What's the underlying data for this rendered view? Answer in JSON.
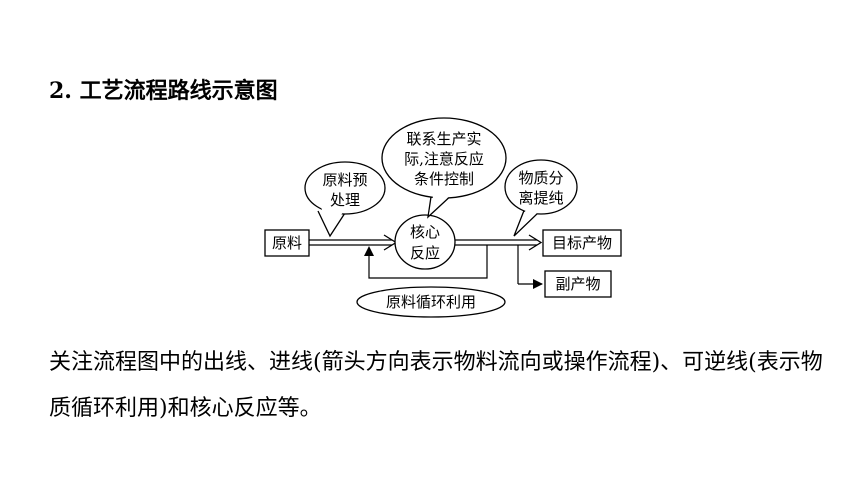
{
  "heading": "2. 工艺流程路线示意图",
  "diagram": {
    "raw_material": "原料",
    "core_reaction": [
      "核心",
      "反应"
    ],
    "target_product": "目标产物",
    "by_product": "副产物",
    "pretreatment": [
      "原料预",
      "处理"
    ],
    "production_note": [
      "联系生产实",
      "际,注意反应",
      "条件控制"
    ],
    "separation": [
      "物质分",
      "离提纯"
    ],
    "recycle": "原料循环利用"
  },
  "paragraph": "关注流程图中的出线、进线(箭头方向表示物料流向或操作流程)、可逆线(表示物质循环利用)和核心反应等。"
}
